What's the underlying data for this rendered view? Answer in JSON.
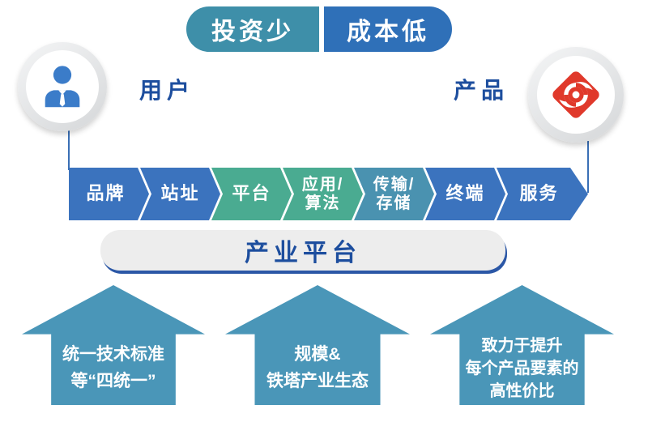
{
  "top_pills": {
    "left_label": "投资少",
    "right_label": "成本低"
  },
  "actors": {
    "user_label": "用户",
    "product_label": "产品"
  },
  "chain": {
    "segments": [
      {
        "label": "品牌",
        "color": "#3B73BE"
      },
      {
        "label": "站址",
        "color": "#3B73BE"
      },
      {
        "label": "平台",
        "color": "#4AAB91"
      },
      {
        "label": "应用/\n算法",
        "color": "#4AAB91"
      },
      {
        "label": "传输/\n存储",
        "color": "#4A92B0"
      },
      {
        "label": "终端",
        "color": "#3B73BE"
      },
      {
        "label": "服务",
        "color": "#3B73BE"
      }
    ]
  },
  "platform_bar": {
    "label": "产业平台"
  },
  "bottom_arrows": [
    {
      "text": "统一技术标准\n等“四统一”"
    },
    {
      "text": "规模&\n铁塔产业生态"
    },
    {
      "text": "致力于提升\n每个产品要素的\n高性价比"
    }
  ],
  "colors": {
    "pill_left": "#3E8FA9",
    "pill_right": "#2F70B8",
    "chain_blue": "#3B73BE",
    "chain_green": "#4AAB91",
    "chain_teal": "#4A92B0",
    "bottom_arrow": "#4A96B8",
    "dark_blue_text": "#1D4E9E",
    "connector_line": "#3A6FB5",
    "logo_red": "#E0392B",
    "person_blue": "#3B7CC9",
    "platform_bar_bg": "#EDEDED",
    "platform_bar_border": "#2B57A6"
  }
}
